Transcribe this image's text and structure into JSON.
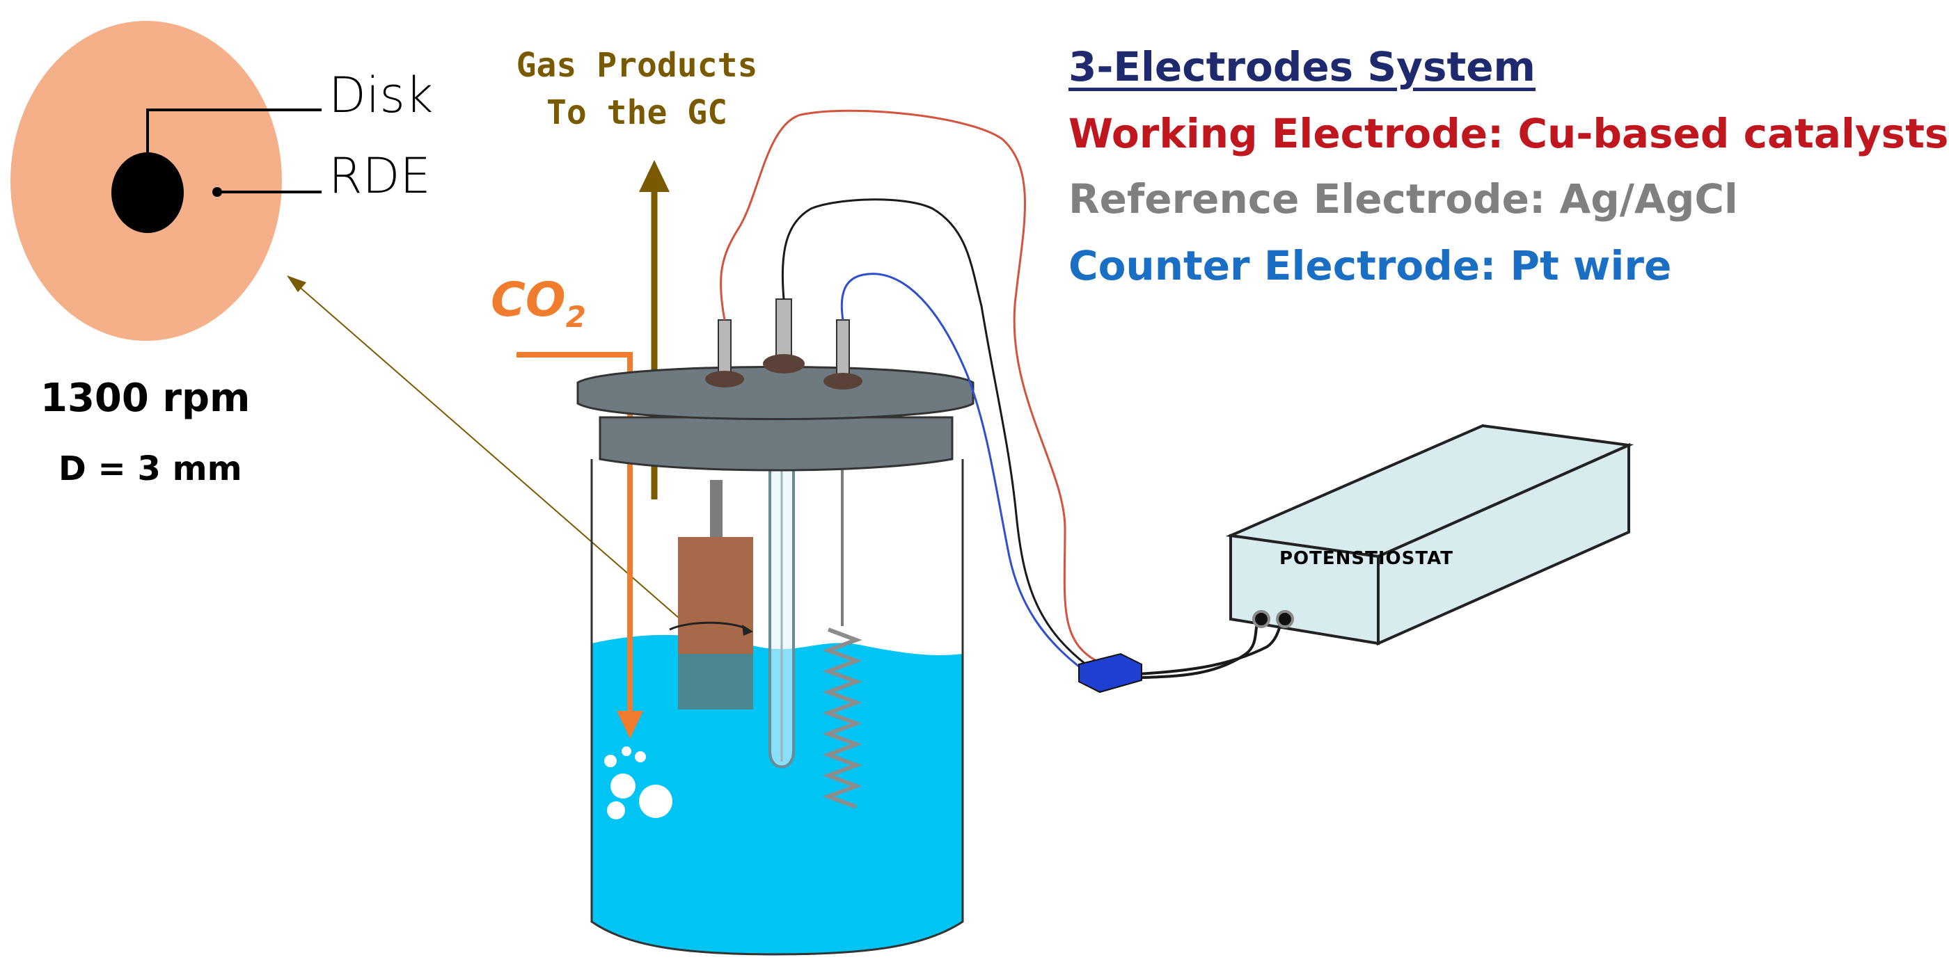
{
  "legend": {
    "title": "3-Electrodes System",
    "working": "Working Electrode: Cu-based catalysts",
    "reference": "Reference Electrode: Ag/AgCl",
    "counter": "Counter Electrode: Pt wire"
  },
  "gas_products": {
    "line1": "Gas Products",
    "line2": "To the GC"
  },
  "co2": {
    "main": "CO",
    "sub": "2"
  },
  "rde": {
    "disk": "Disk",
    "rde": "RDE",
    "speed": "1300 rpm",
    "diameter": "D = 3 mm"
  },
  "device": {
    "name": "POTENSTIOSTAT"
  },
  "colors": {
    "title_blue": "#1f2a6e",
    "working_red": "#c0161e",
    "reference_gray": "#808080",
    "counter_blue": "#1a6fc4",
    "gas_brown": "#7a5a00",
    "co2_orange": "#f07d2e",
    "electrolyte": "#00c4f4",
    "lid_gray": "#6f7a80",
    "copper": "#a8684a",
    "rde_disk": "#f5b089",
    "potentiostat": "#d8ecef",
    "connector_blue": "#1e3fd0",
    "wire_red": "#d2543e",
    "wire_black": "#1a1a1a",
    "wire_blue": "#2f4fcf"
  }
}
